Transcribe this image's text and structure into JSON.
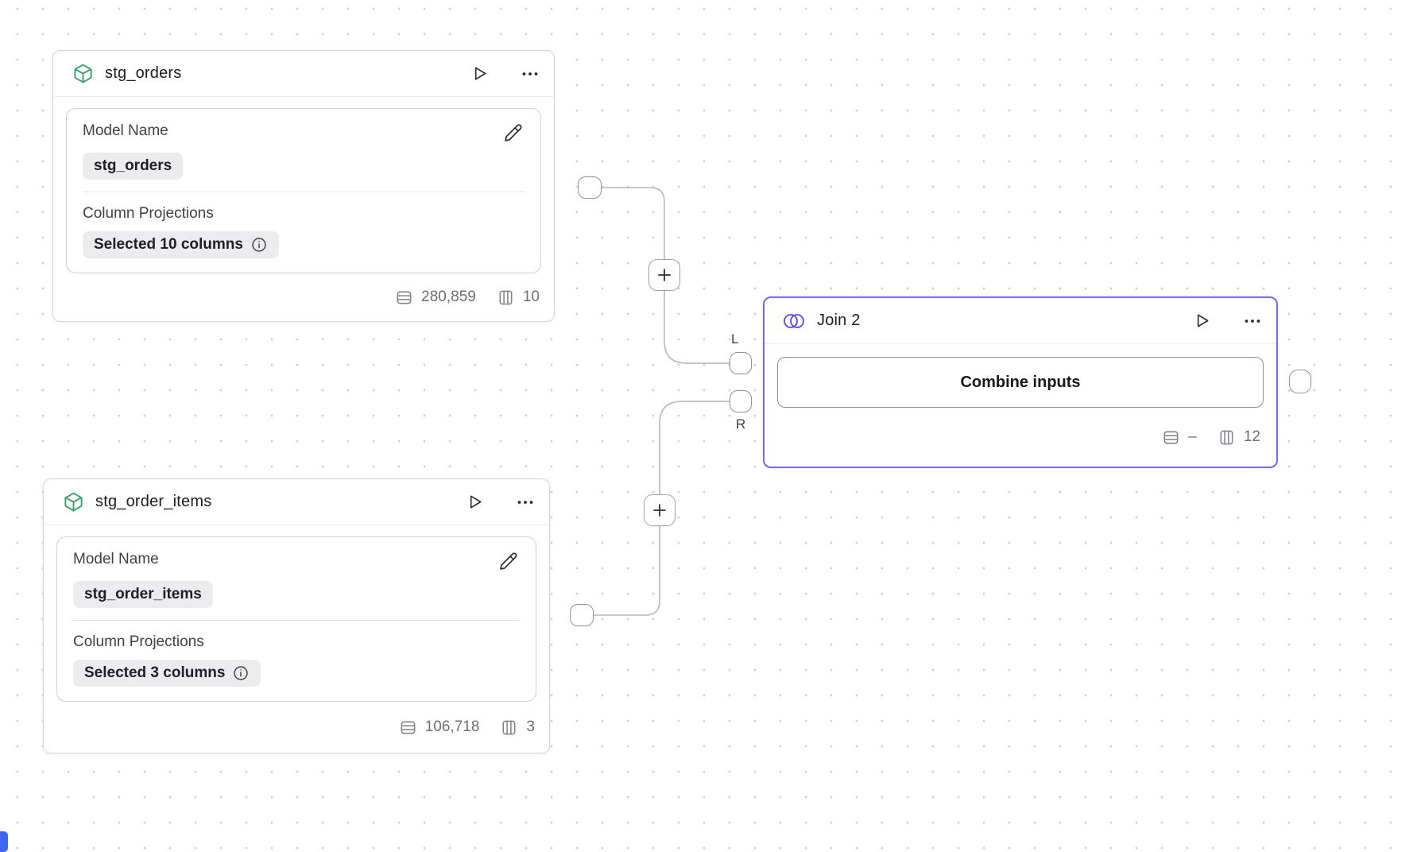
{
  "colors": {
    "model_accent_green": "#3f9e6d",
    "join_border": "#7569ee",
    "join_icon": "#5549e5",
    "wire": "#b6b6bc",
    "chip_bg": "#ececee",
    "canvas_dot": "#cdced3",
    "corner_widget_blue": "#3d68f3"
  },
  "icons": [
    "cube-icon",
    "venn-join-icon",
    "play-icon",
    "ellipsis-icon",
    "pencil-icon",
    "info-icon",
    "rows-count-icon",
    "columns-count-icon",
    "plus-icon"
  ],
  "model_nodes": [
    {
      "title": "stg_orders",
      "fields": [
        {
          "label": "Model Name",
          "value": "stg_orders"
        },
        {
          "label": "Column Projections",
          "value": "Selected 10 columns"
        }
      ],
      "stats": {
        "rows": "280,859",
        "columns": "10"
      }
    },
    {
      "title": "stg_order_items",
      "fields": [
        {
          "label": "Model Name",
          "value": "stg_order_items"
        },
        {
          "label": "Column Projections",
          "value": "Selected 3 columns"
        }
      ],
      "stats": {
        "rows": "106,718",
        "columns": "3"
      }
    }
  ],
  "join_node": {
    "title": "Join 2",
    "button_label": "Combine inputs",
    "stats": {
      "rows": "–",
      "columns": "12"
    }
  },
  "edge_labels": {
    "left": "L",
    "right": "R"
  }
}
